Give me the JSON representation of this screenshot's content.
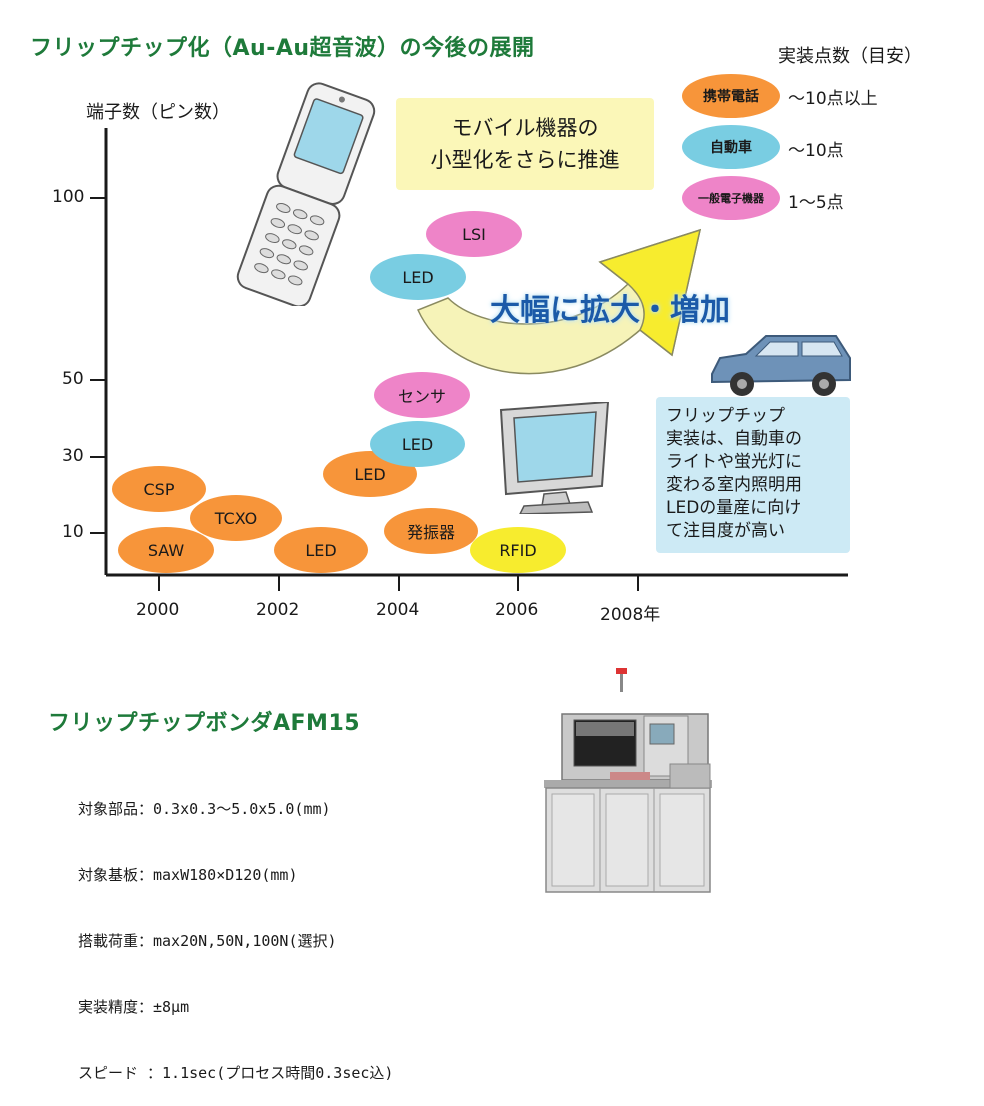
{
  "title": "フリップチップ化（Au-Au超音波）の今後の展開",
  "y_axis_label": "端子数（ピン数）",
  "y_ticks": [
    "100",
    "50",
    "30",
    "10"
  ],
  "x_ticks": [
    "2000",
    "2002",
    "2004",
    "2006",
    "2008年"
  ],
  "legend_title": "実装点数（目安）",
  "legend": [
    {
      "label": "携帯電話",
      "value": "～10点以上",
      "color": "#f7953a"
    },
    {
      "label": "自動車",
      "value": "～10点",
      "color": "#79cde2"
    },
    {
      "label": "一般電子機器",
      "value": "1～5点",
      "color": "#ee84c8"
    }
  ],
  "callout_mobile": {
    "line1": "モバイル機器の",
    "line2": "小型化をさらに推進"
  },
  "arrow_label": "大幅に拡大・増加",
  "callout_car": [
    "フリップチップ",
    "実装は、自動車の",
    "ライトや蛍光灯に",
    "変わる室内照明用",
    "LEDの量産に向け",
    "て注目度が高い"
  ],
  "bubbles": [
    {
      "label": "CSP",
      "color": "orange"
    },
    {
      "label": "SAW",
      "color": "orange"
    },
    {
      "label": "TCXO",
      "color": "orange"
    },
    {
      "label": "LED",
      "color": "orange"
    },
    {
      "label": "LED",
      "color": "orange"
    },
    {
      "label": "LED",
      "color": "blue"
    },
    {
      "label": "センサ",
      "color": "pink"
    },
    {
      "label": "発振器",
      "color": "orange"
    },
    {
      "label": "RFID",
      "color": "yellow"
    },
    {
      "label": "LED",
      "color": "blue"
    },
    {
      "label": "LSI",
      "color": "pink"
    }
  ],
  "product_title": "フリップチップボンダAFM15",
  "specs": [
    "対象部品：0.3x0.3～5.0x5.0(mm)",
    "対象基板：maxW180×D120(mm)",
    "搭載荷重：max20N,50N,100N(選択)",
    "実装精度：±8μm",
    "スピード ：1.1sec(プロセス時間0.3sec込)"
  ]
}
